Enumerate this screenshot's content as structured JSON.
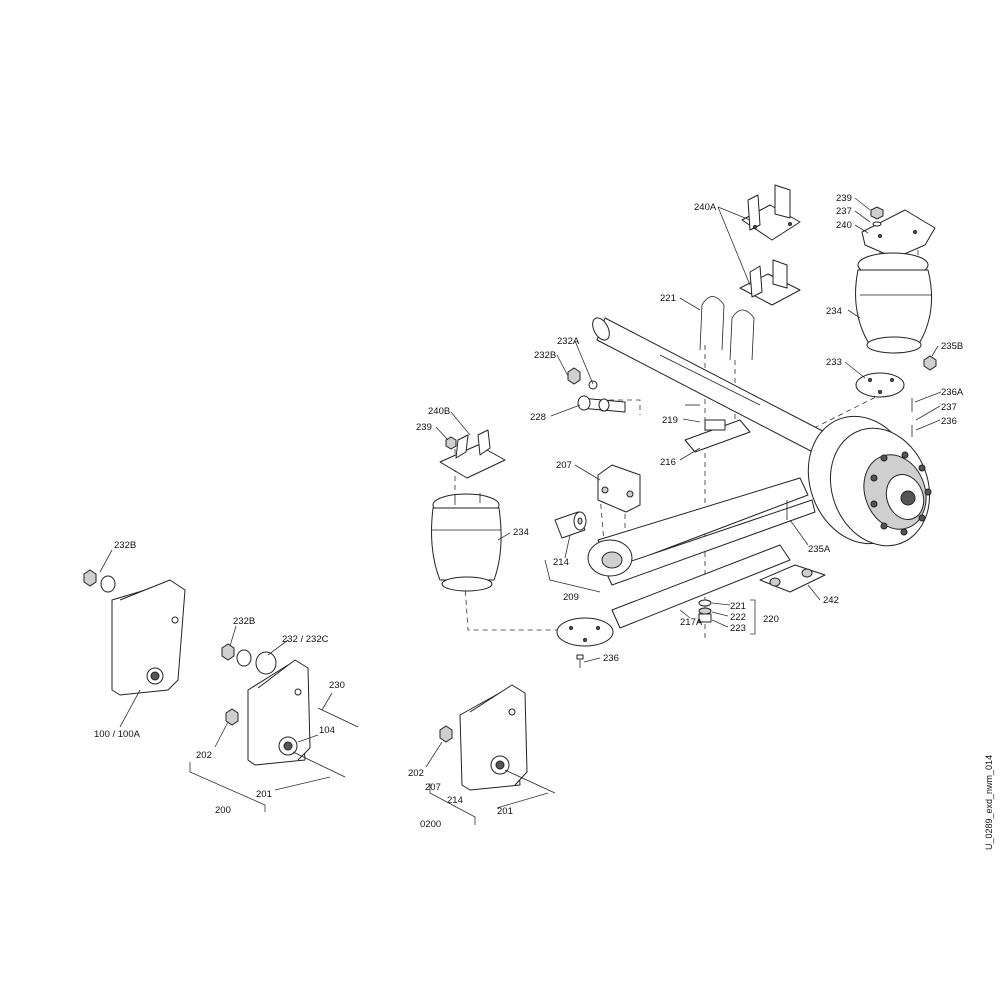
{
  "labels": {
    "p240A": "240A",
    "p239a": "239",
    "p237a": "237",
    "p240": "240",
    "p221a": "221",
    "p234a": "234",
    "p232A": "232A",
    "p232Ba": "232B",
    "p235B": "235B",
    "p233": "233",
    "p228": "228",
    "p240B": "240B",
    "p239b": "239",
    "p219": "219",
    "p236A": "236A",
    "p237b": "237",
    "p236a": "236",
    "p216": "216",
    "p207a": "207",
    "p234b": "234",
    "p235A": "235A",
    "p214a": "214",
    "p209": "209",
    "p242": "242",
    "p221b": "221",
    "p222": "222",
    "p217A": "217A",
    "p223": "223",
    "p220": "220",
    "p236b": "236",
    "p232Bb": "232B",
    "p232Bc": "232B",
    "p232C": "232 / 232C",
    "p230": "230",
    "p100": "100 / 100A",
    "p104": "104",
    "p202a": "202",
    "p201a": "201",
    "p200": "200",
    "p202b": "202",
    "p207b": "207",
    "p214b": "214",
    "p201b": "201",
    "p0200": "0200"
  },
  "drawing_id": "U_0289_exd_nwm_014",
  "colors": {
    "line": "#222222",
    "shade": "#cfcfcf",
    "background": "#ffffff"
  }
}
